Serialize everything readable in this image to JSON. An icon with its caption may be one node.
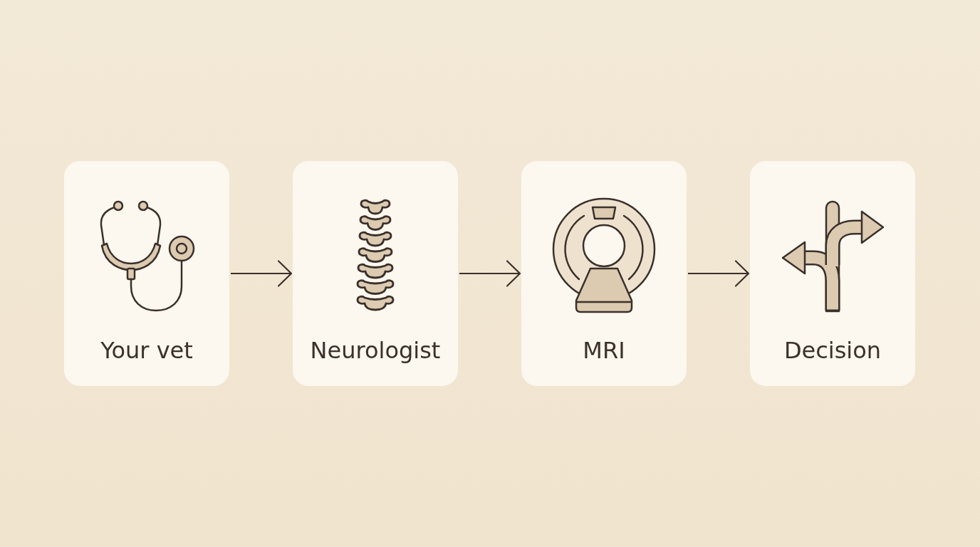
{
  "diagram": {
    "nodes": [
      {
        "text": [
          "Your vet"
        ]
      },
      {
        "text": [
          "Neurologist"
        ]
      },
      {
        "text": [
          "MRI"
        ]
      },
      {
        "text": [
          "Decision"
        ]
      }
    ],
    "edges": [
      {
        "from": 0,
        "to": 1,
        "arrow": "to"
      },
      {
        "from": 1,
        "to": 2,
        "arrow": "to"
      },
      {
        "from": 2,
        "to": 3,
        "arrow": "to"
      }
    ]
  }
}
